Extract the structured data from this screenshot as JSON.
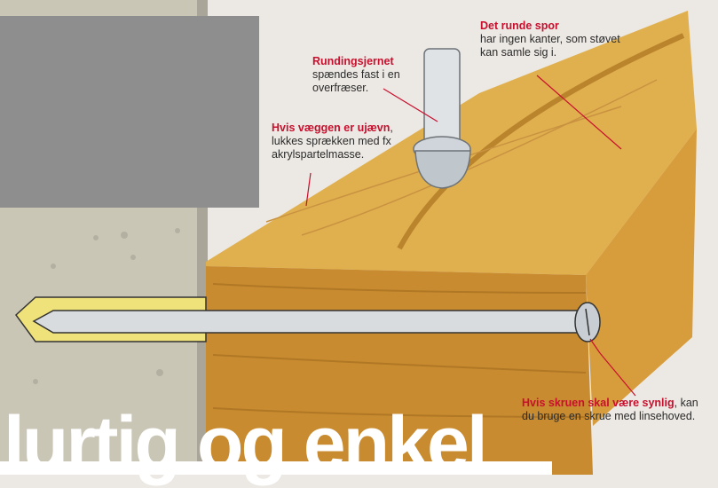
{
  "labels": {
    "rundingsjernet": {
      "title": "Rundingsjernet",
      "text": "spændes fast i en overfræser."
    },
    "runde_spor": {
      "title": "Det runde spor",
      "text": "har ingen kanter, som støvet kan samle sig i."
    },
    "vaeggen": {
      "title": "Hvis væggen er ujævn",
      "text": ", lukkes sprækken med  fx akrylspartelmasse."
    },
    "skruen": {
      "title": "Hvis skruen skal være synlig",
      "text": ", kan du bruge en skrue med linsehoved."
    }
  },
  "headline": "lurtig og enkel",
  "colors": {
    "accent": "#c8102e",
    "wood": "#d9a443",
    "wall": "#c8c6b8",
    "shade_box": "#8f8f8f",
    "background": "#ece8e3"
  }
}
